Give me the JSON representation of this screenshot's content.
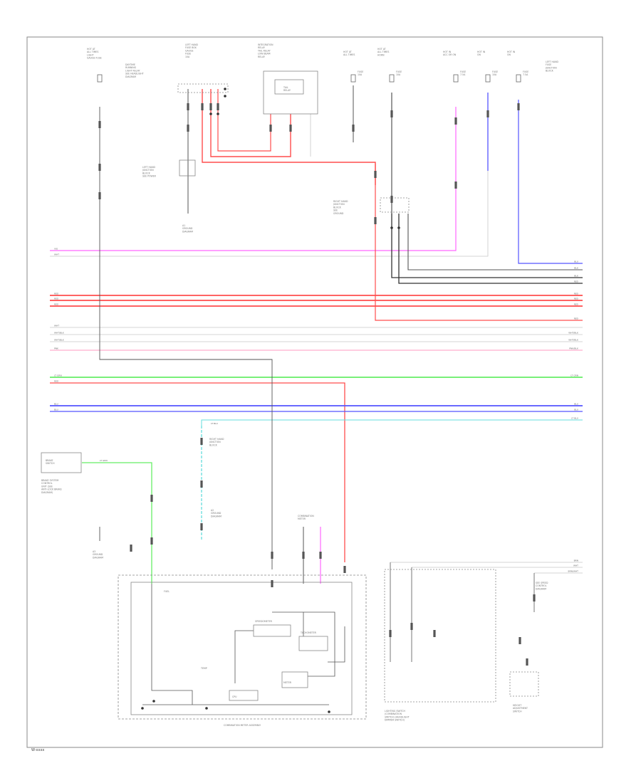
{
  "page_code": "W-xxxx",
  "colors": {
    "red": "#ff4d4d",
    "pink": "#ff99c2",
    "magenta": "#ff66ff",
    "green": "#66ee66",
    "blue": "#5555ff",
    "cyan": "#66dddd",
    "black": "#333333",
    "gray": "#c8c8c8",
    "frame": "#8a8a8a"
  },
  "wire_labels": {
    "right_group_1": [
      "BLU",
      "BLK",
      "BLK",
      "RED"
    ],
    "right_group_2": [
      "RED",
      "RED",
      "RED"
    ],
    "right_group_3": [
      "RED",
      "WHT/BLK",
      "WHT/BLK",
      "PNK/BLK"
    ],
    "right_green": "LT GRN",
    "right_blue": [
      "BLU",
      "BLU",
      "LT BLU"
    ],
    "left_group_1": [
      "VIO",
      "WHT"
    ],
    "left_group_2": [
      "RED",
      "RED",
      "RED"
    ],
    "left_group_3": [
      "WHT",
      "WHT/BLK",
      "WHT/BLK",
      "PNK"
    ],
    "left_green": [
      "LT GRN",
      "RED"
    ],
    "left_blue": [
      "BLU",
      "BLU"
    ],
    "lower_right": [
      "BRN",
      "WHT",
      "BRN/WHT"
    ],
    "connector_a": "LT BLU",
    "connector_b": "LT GRN"
  },
  "component_labels": {
    "top_left_block": [
      "HOT AT",
      "ALL TIMES",
      "LIGHT",
      "GAUGE FUSE"
    ],
    "left_note": [
      "DAYTIME",
      "RUNNING",
      "LIGHT RELAY",
      "SEE HEADLIGHT",
      "DIAGRAM"
    ],
    "fuse_box_top": [
      "LEFT HAND",
      "FUSE BOX",
      "GAUGE",
      "FUSE",
      "10A"
    ],
    "relay_top": [
      "INTEGRATION",
      "RELAY",
      "TAIL RELAY",
      "LOW BEAM",
      "RELAY"
    ],
    "right_top_1": [
      "HOT AT",
      "ALL TIMES"
    ],
    "right_top_2": [
      "HOT AT",
      "ALL TIMES",
      "HORN"
    ],
    "right_top_3": [
      "HOT IN",
      "ACC OR ON"
    ],
    "right_top_4": [
      "HOT IN",
      "ON"
    ],
    "right_top_5": [
      "HOT IN",
      "ON"
    ],
    "right_top_note": [
      "LEFT HAND",
      "FUSE",
      "JUNCTION",
      "BLOCK"
    ],
    "fuse_labels": [
      "FUSE",
      "10A",
      "FUSE",
      "10A",
      "FUSE",
      "7.5A",
      "FUSE",
      "10A",
      "FUSE",
      "7.5A"
    ],
    "junction_left": [
      "LEFT HAND",
      "JUNCTION",
      "BLOCK",
      "SEE POWER"
    ],
    "ground_left": [
      "A1",
      "GROUND",
      "DIAGRAM"
    ],
    "junction_mid": [
      "RIGHT HAND",
      "JUNCTION",
      "BLOCK",
      "SEE",
      "GROUND"
    ],
    "tail_relay_box": [
      "TAIL",
      "RELAY"
    ],
    "lower_left_block": [
      "BRAKE",
      "SWITCH"
    ],
    "lower_left_note": [
      "BRAKE SYSTEM",
      "CONTROL",
      "UNIT (SEE",
      "ANTI-LOCK BRAKE",
      "DIAGRAM)"
    ],
    "connector_mid": [
      "RIGHT HAND",
      "JUNCTION",
      "BLOCK"
    ],
    "ground_mid": [
      "A2",
      "GROUND",
      "DIAGRAM"
    ],
    "ground_left_low": [
      "A3",
      "GROUND",
      "DIAGRAM"
    ],
    "combo_top": [
      "COMBINATION",
      "METER"
    ],
    "meter_inner": [
      "FUEL",
      "TEMP",
      "SPEEDOMETER",
      "TACHOMETER",
      "METER",
      "CPU"
    ],
    "meter_title": "COMBINATION METER ASSEMBLY",
    "lower_right_block": [
      "LIGHTING SWITCH",
      "(COMBINATION",
      "SWITCH) (HEADLIGHT",
      "DIMMER SWITCH)"
    ],
    "lower_right_block2": [
      "HEIGHT",
      "ADJUSTMENT",
      "SWITCH"
    ],
    "lower_right_note": [
      "SEE SPEED",
      "CONTROL",
      "DIAGRAM"
    ]
  }
}
